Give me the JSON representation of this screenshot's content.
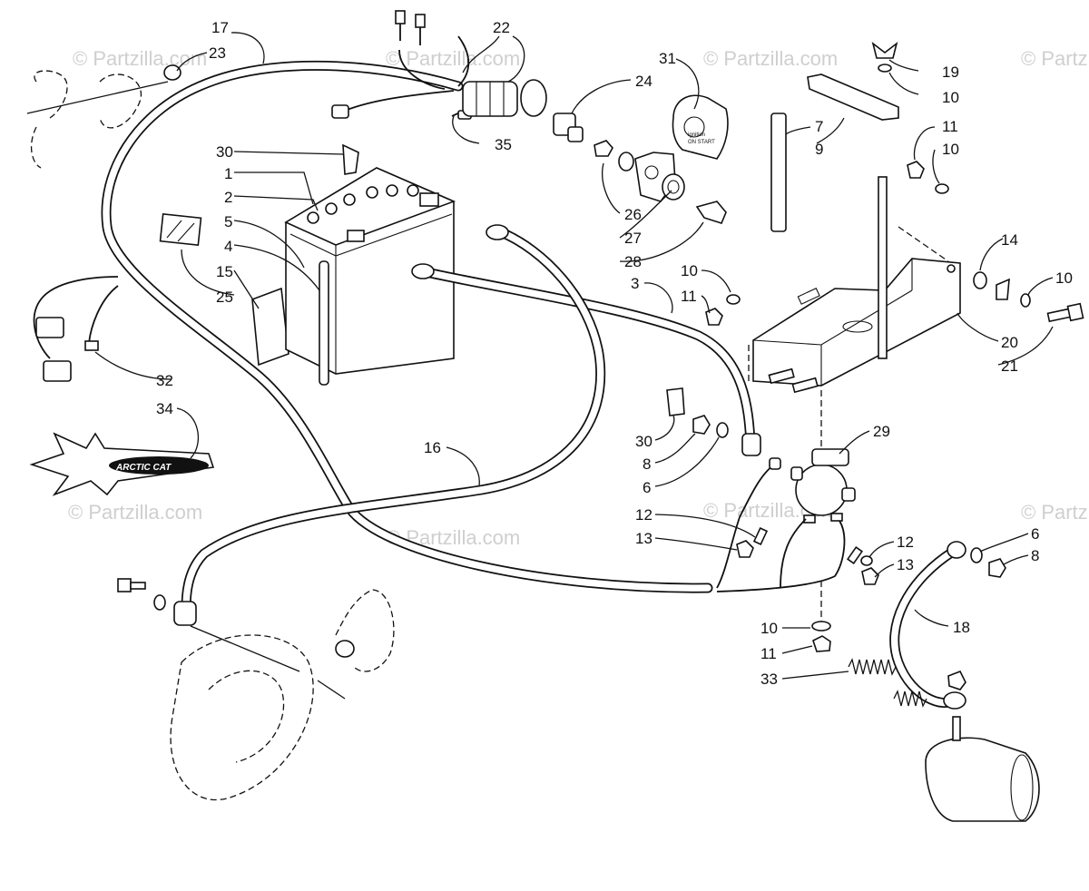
{
  "watermarks": [
    "© Partzilla.com",
    "© Partzilla.com",
    "© Partzilla.com",
    "© Partzilla.com",
    "© Partzilla.com",
    "© Partzilla.com",
    "© Partzilla.com",
    "© Partzilla.com"
  ],
  "callouts": [
    "17",
    "23",
    "22",
    "31",
    "24",
    "19",
    "10",
    "7",
    "9",
    "11",
    "10",
    "30",
    "1",
    "2",
    "5",
    "4",
    "25",
    "15",
    "35",
    "26",
    "27",
    "28",
    "3",
    "10",
    "11",
    "14",
    "10",
    "20",
    "21",
    "32",
    "34",
    "16",
    "30",
    "8",
    "6",
    "29",
    "12",
    "13",
    "12",
    "13",
    "6",
    "8",
    "18",
    "10",
    "11",
    "33"
  ],
  "label_card": {
    "line1": "ignition",
    "line2": "ON START"
  },
  "logo": {
    "text": "ARCTIC CAT",
    "icon": "starburst-logo-icon"
  },
  "colors": {
    "line": "#111111",
    "background": "#ffffff",
    "watermark": "#cfcfcf"
  }
}
